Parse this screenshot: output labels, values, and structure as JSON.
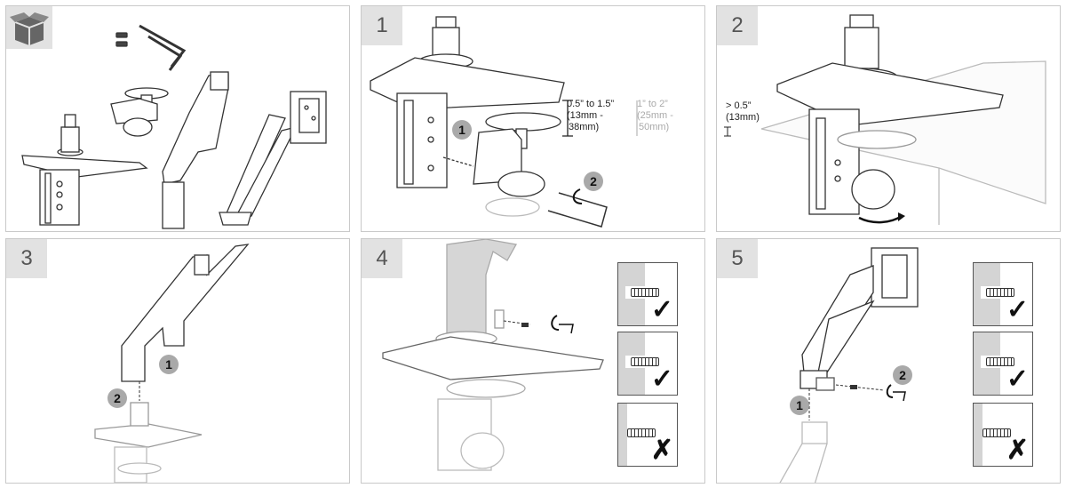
{
  "steps": [
    "1",
    "2",
    "3",
    "4",
    "5"
  ],
  "step1": {
    "dim_primary_line1": "0.5” to 1.5”",
    "dim_primary_line2": "(13mm -",
    "dim_primary_line3": "38mm)",
    "dim_alt_line1": "1” to 2”",
    "dim_alt_line2": "(25mm -",
    "dim_alt_line3": "50mm)",
    "callouts": [
      "1",
      "2"
    ]
  },
  "step2": {
    "dim_line1": "> 0.5”",
    "dim_line2": "(13mm)"
  },
  "step3": {
    "callouts": [
      "1",
      "2"
    ]
  },
  "step4": {
    "checks": [
      "✓",
      "✓",
      "✗"
    ]
  },
  "step5": {
    "callouts": [
      "1",
      "2"
    ],
    "checks": [
      "✓",
      "✓",
      "✗"
    ]
  }
}
